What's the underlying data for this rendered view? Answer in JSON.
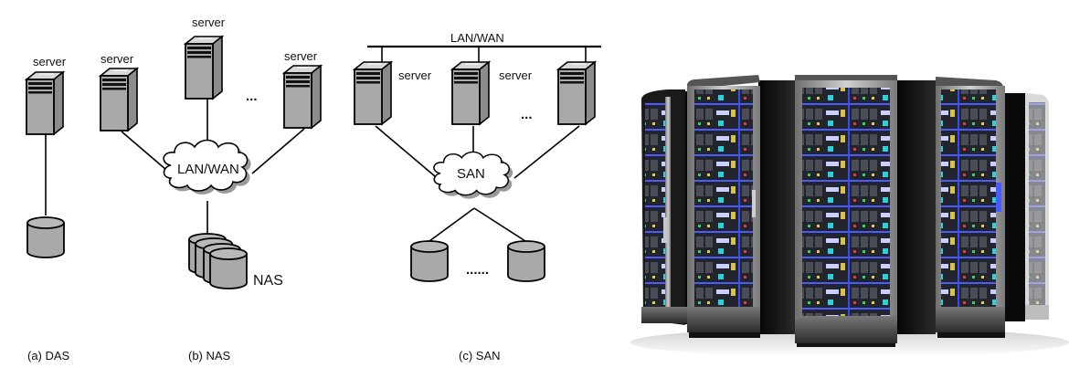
{
  "panels": {
    "das": {
      "caption": "(a) DAS",
      "server_label": "server"
    },
    "nas": {
      "caption": "(b) NAS",
      "server_labels": [
        "server",
        "server",
        "server"
      ],
      "ellipsis": "...",
      "network_label": "LAN/WAN",
      "storage_label": "NAS"
    },
    "san": {
      "caption": "(c) SAN",
      "bus_label": "LAN/WAN",
      "server_labels": [
        "server",
        "server"
      ],
      "ellipsis": "...",
      "network_label": "SAN",
      "storage_ellipsis": "......"
    }
  },
  "photo": {
    "subject": "server racks",
    "rack_count": 5,
    "colors": {
      "cabinet": "#141414",
      "frame": "#9a9a9a",
      "glow": "#4a5cff",
      "panel": "#2a2e3a"
    }
  },
  "colors": {
    "device_fill": "#a9a9a9",
    "device_side": "#8c8c8c",
    "stroke": "#000000",
    "cloud_shadow": "#9a9a9a"
  }
}
